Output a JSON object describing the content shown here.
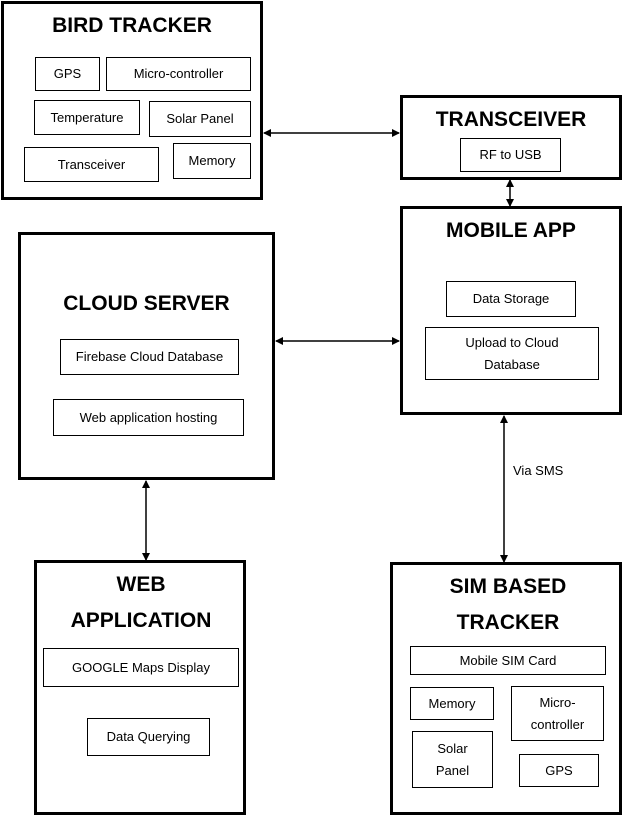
{
  "bird_tracker": {
    "title": "BIRD TRACKER",
    "gps": "GPS",
    "microcontroller": "Micro-controller",
    "temperature": "Temperature",
    "solar_panel": "Solar Panel",
    "transceiver": "Transceiver",
    "memory": "Memory"
  },
  "transceiver": {
    "title": "TRANSCEIVER",
    "rf_to_usb": "RF to USB"
  },
  "mobile_app": {
    "title": "MOBILE APP",
    "data_storage": "Data Storage",
    "upload": "Upload to Cloud Database"
  },
  "cloud_server": {
    "title": "CLOUD SERVER",
    "firebase": "Firebase Cloud Database",
    "hosting": "Web application hosting"
  },
  "web_application": {
    "title": "WEB APPLICATION",
    "maps": "GOOGLE Maps Display",
    "querying": "Data Querying"
  },
  "sim_tracker": {
    "title": "SIM BASED TRACKER",
    "sim_card": "Mobile SIM Card",
    "memory": "Memory",
    "microcontroller": "Micro-controller",
    "solar_panel": "Solar Panel",
    "gps": "GPS"
  },
  "links": {
    "via_sms": "Via SMS"
  }
}
